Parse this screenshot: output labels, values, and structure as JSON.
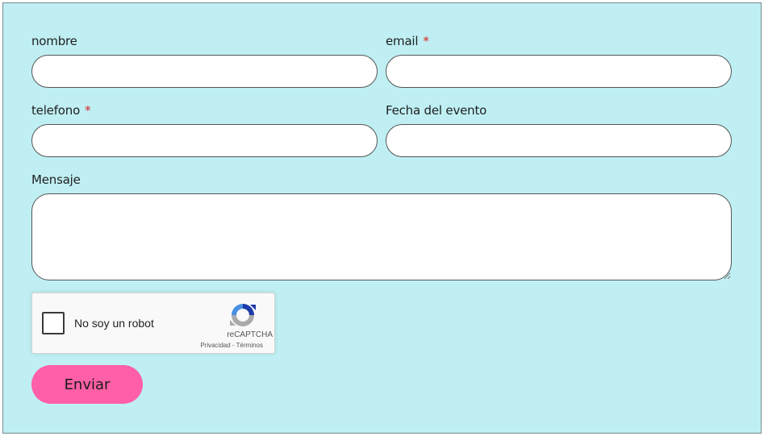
{
  "form": {
    "fields": {
      "nombre": {
        "label": "nombre",
        "value": "",
        "placeholder": ""
      },
      "email": {
        "label": "email",
        "required_mark": "*",
        "value": "",
        "placeholder": ""
      },
      "telefono": {
        "label": "telefono",
        "required_mark": "*",
        "value": "",
        "placeholder": ""
      },
      "fecha": {
        "label": "Fecha del evento",
        "value": "",
        "placeholder": ""
      },
      "mensaje": {
        "label": "Mensaje",
        "value": "",
        "placeholder": ""
      }
    },
    "captcha": {
      "checkbox_label": "No soy un robot",
      "brand": "reCAPTCHA",
      "privacy_link": "Privacidad",
      "separator": "-",
      "terms_link": "Términos",
      "logo_icon": "recaptcha-logo-icon"
    },
    "submit_label": "Enviar"
  },
  "colors": {
    "background": "#bfeff3",
    "required": "#e02020",
    "submit": "#ff5fa6"
  }
}
